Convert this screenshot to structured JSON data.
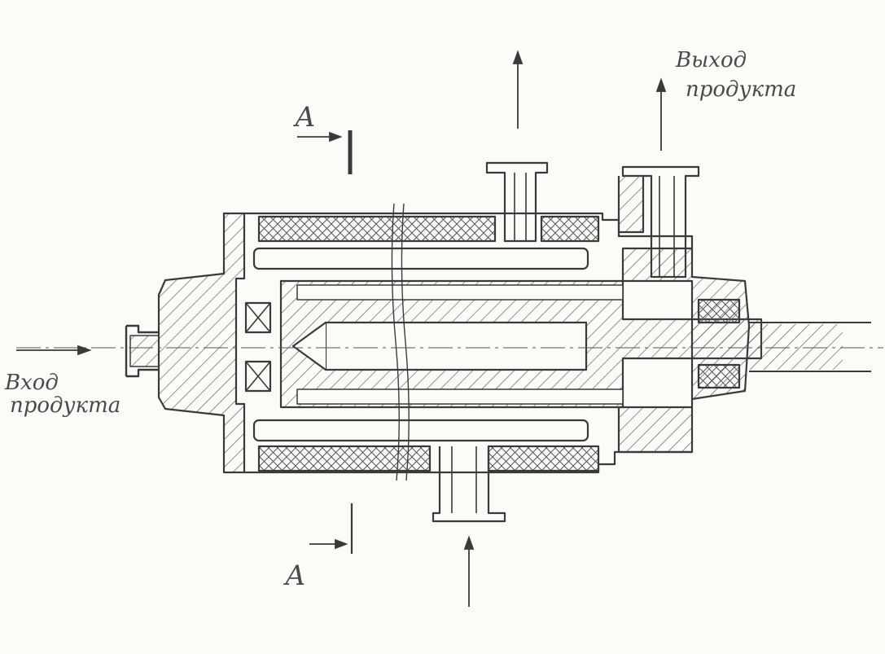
{
  "labels": {
    "outlet_top": "Выход",
    "outlet_bottom": "продукта",
    "inlet_top": "Вход",
    "inlet_bottom": "продукта",
    "section_top": "А",
    "section_bottom": "А"
  },
  "colors": {
    "ink": "#3a3a3a",
    "hatch": "#5a5a5a",
    "paper": "#fbfbf8"
  }
}
